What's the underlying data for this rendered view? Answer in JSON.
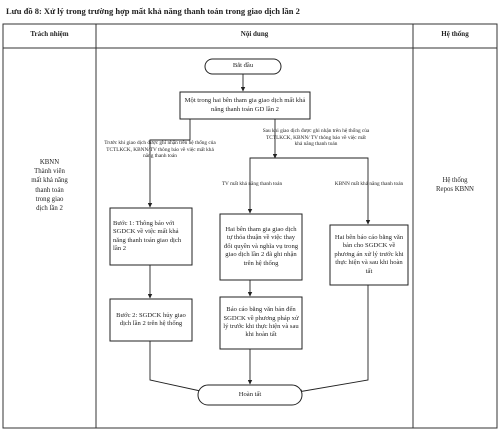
{
  "title": "Lưu đồ 8: Xử lý trong trường hợp mất khả năng thanh toán trong giao dịch lần 2",
  "headers": {
    "responsibility": "Trách nhiệm",
    "content": "Nội dung",
    "system": "Hệ thống"
  },
  "responsibility": [
    "KBNN",
    "Thành viên",
    "mất khả năng",
    "thanh toán",
    "trong giao",
    "dịch lần 2"
  ],
  "system": [
    "Hệ thống",
    "Repos KBNN"
  ],
  "nodes": {
    "start": "Bắt đầu",
    "trigger": "Một trong hai bên tham gia giao dịch mất khả năng thanh toán GD lần 2",
    "left1": "Bước 1: Thông báo với SGDCK về việc mất khả năng thanh toán giao dịch lần 2",
    "left2": "Bước 2: SGDCK hủy giao dịch lần 2 trên hệ thống",
    "mid1": "Hai bên tham gia giao dịch tự thỏa thuận về việc thay đổi quyền và nghĩa vụ trong giao dịch lần 2 đã ghi nhận trên hệ thống",
    "mid2": "Báo cáo bằng văn bản đến SGDCK về phương pháp xử lý trước khi thực hiện và sau khi hoàn tất",
    "right1": "Hai bên báo cáo bằng văn bản cho SGDCK về phương án xử lý trước khi thực hiện và sau khi hoàn tất",
    "end": "Hoàn tất"
  },
  "notes": {
    "left_branch": "Trước khi giao dịch được ghi nhận trên hệ thống của TCTLKCK, KBNN/TV thông báo về việc mất khả năng thanh toán",
    "right_branch": "Sau khi giao dịch được ghi nhận trên hệ thống của TCTLKCK, KBNN/ TV thông báo về việc mất khả năng thanh toán",
    "mid_branch": "TV mất khả năng thanh toán",
    "right_sub": "KBNN mất khả năng thanh toán"
  }
}
